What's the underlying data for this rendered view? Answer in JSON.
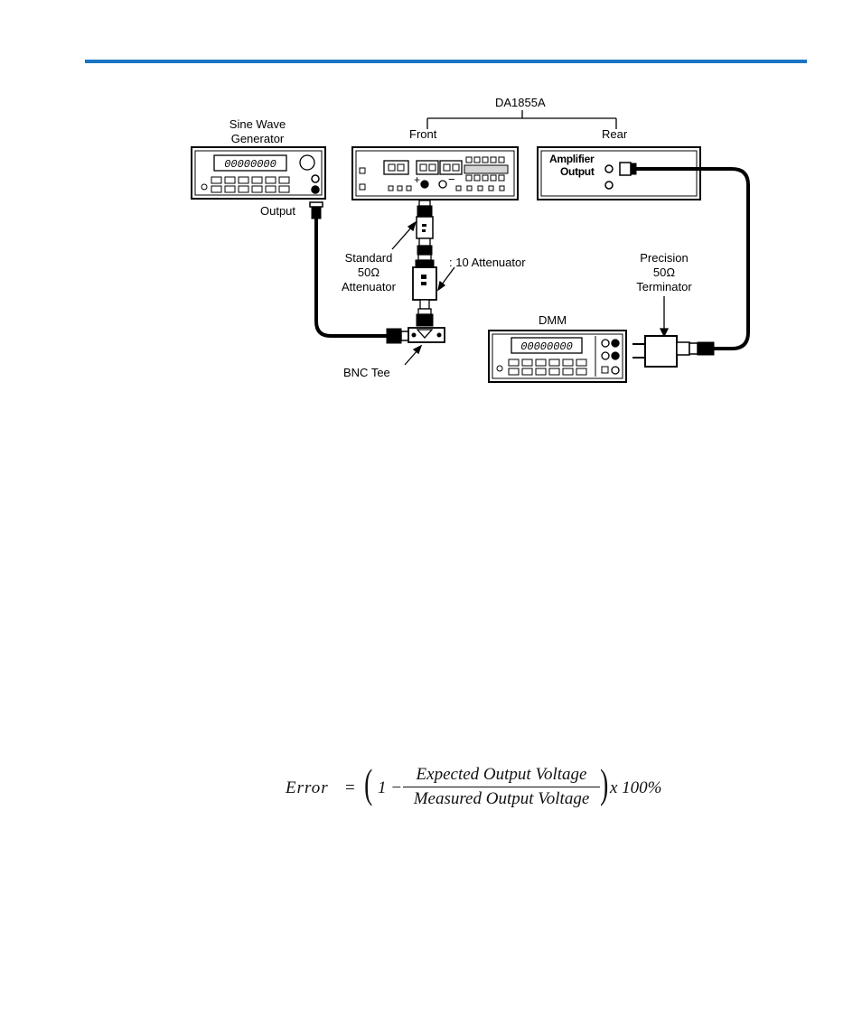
{
  "header": {
    "rule_color": "#1a75c2"
  },
  "diagram": {
    "device_label": "DA1855A",
    "front_label": "Front",
    "rear_label": "Rear",
    "generator_label_line1": "Sine Wave",
    "generator_label_line2": "Generator",
    "generator_output_label": "Output",
    "amplifier_output_line1": "Amplifier",
    "amplifier_output_line2": "Output",
    "standard_attenuator_line1": "Standard",
    "standard_attenuator_line2": "50Ω",
    "standard_attenuator_line3": "Attenuator",
    "div10_attenuator_label": ": 10 Attenuator",
    "precision_line1": "Precision",
    "precision_line2": "50Ω",
    "precision_line3": "Terminator",
    "dmm_label": "DMM",
    "bnc_tee_label": "BNC Tee",
    "generator_display": "00000000",
    "dmm_display": "00000000"
  },
  "formula": {
    "lhs": "Error",
    "equals": "=",
    "one": "1 −",
    "numerator": "Expected Output Voltage",
    "denominator": "Measured Output Voltage",
    "suffix": "x 100%"
  }
}
